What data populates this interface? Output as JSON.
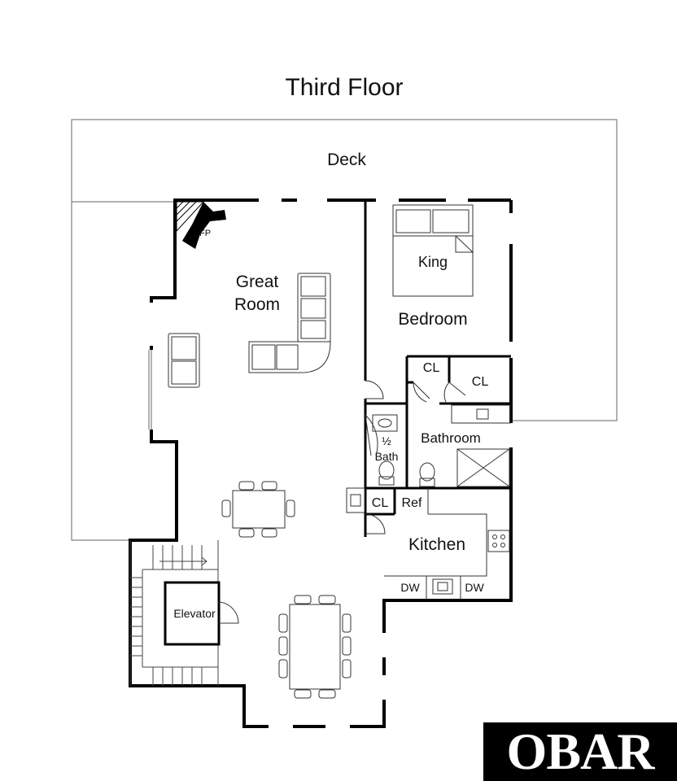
{
  "title": "Third Floor",
  "rooms": {
    "deck": "Deck",
    "fireplace": "FP",
    "great_room_line1": "Great",
    "great_room_line2": "Room",
    "king": "King",
    "bedroom": "Bedroom",
    "closet_1": "CL",
    "closet_2": "CL",
    "closet_3": "CL",
    "half_bath_fraction": "½",
    "half_bath_label": "Bath",
    "bathroom": "Bathroom",
    "refrigerator": "Ref",
    "kitchen": "Kitchen",
    "dishwasher_1": "DW",
    "dishwasher_2": "DW",
    "elevator": "Elevator"
  },
  "logo": {
    "text": "OBAR"
  },
  "colors": {
    "wall": "#000000",
    "line": "#555555",
    "background": "#ffffff"
  }
}
